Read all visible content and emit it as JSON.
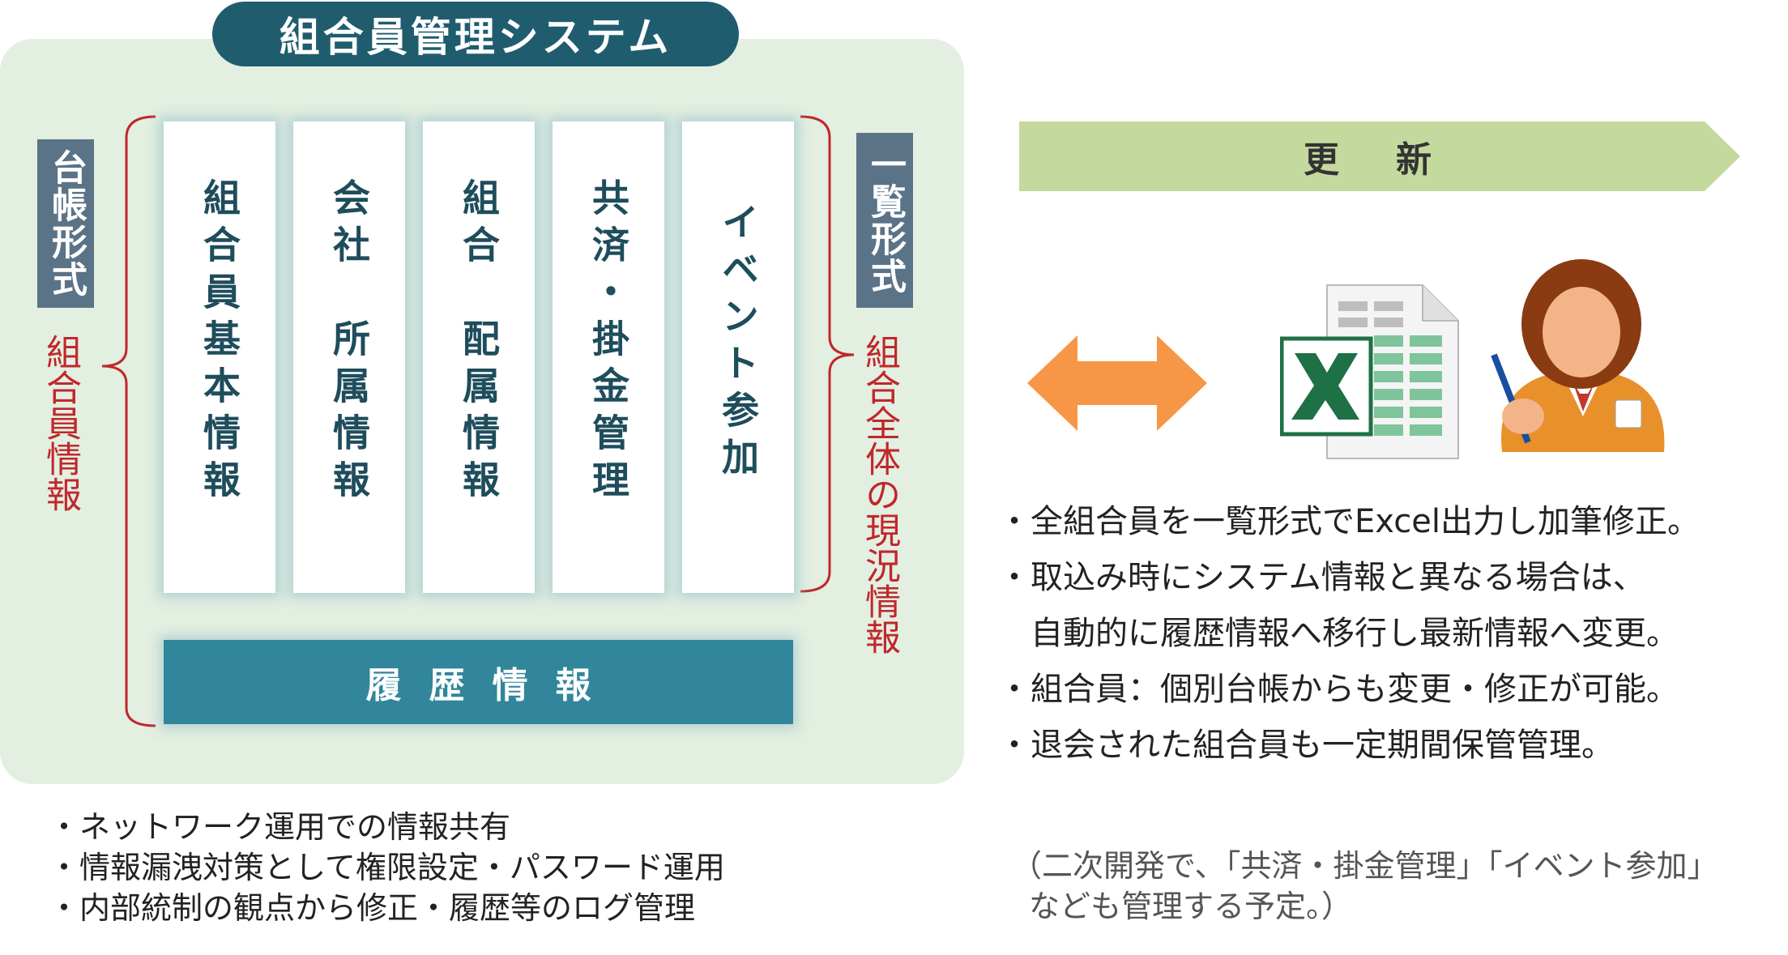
{
  "title": "組合員管理システム",
  "left_box": "台帳形式",
  "left_red": "組合員情報",
  "right_box": "一覧形式",
  "right_red": "組合全体の現況情報",
  "columns": [
    {
      "text": "組合員基本情報"
    },
    {
      "text": "会社　所属情報"
    },
    {
      "text": "組合　配属情報"
    },
    {
      "text": "共済・掛金管理"
    },
    {
      "text": "イベント参加"
    }
  ],
  "history": "履歴情報",
  "update": "更新",
  "right_bullets": [
    "・全組合員を一覧形式でExcel出力し加筆修正。",
    "・取込み時にシステム情報と異なる場合は、",
    "自動的に履歴情報へ移行し最新情報へ変更。",
    "・組合員：個別台帳からも変更・修正が可能。",
    "・退会された組合員も一定期間保管管理。"
  ],
  "left_bullets": [
    "・ネットワーク運用での情報共有",
    "・情報漏洩対策として権限設定・パスワード運用",
    "・内部統制の観点から修正・履歴等のログ管理"
  ],
  "note": [
    "（二次開発で、「共済・掛金管理」「イベント参加」",
    "なども管理する予定。）"
  ],
  "icons": [
    "double-arrow-icon",
    "excel-icon",
    "person-icon"
  ],
  "colors": {
    "panel": "#e3efe0",
    "title": "#1f5c6e",
    "column_text": "#1e4d5c",
    "history": "#31869b",
    "side_box": "#5b7387",
    "red": "#c0272d",
    "update_arrow": "#c4d99e",
    "double_arrow": "#f79646",
    "excel_green": "#1e7145"
  }
}
